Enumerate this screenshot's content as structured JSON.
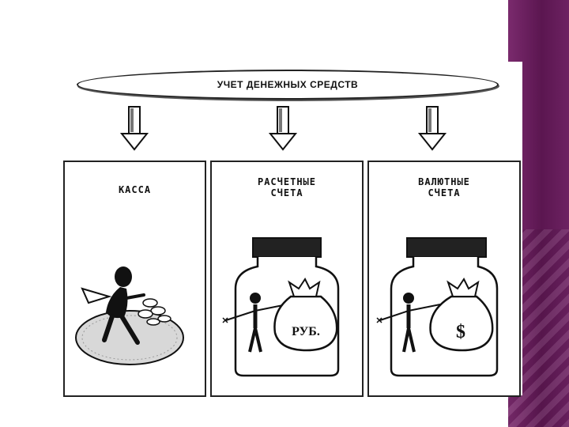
{
  "diagram": {
    "title": "УЧЕТ ДЕНЕЖНЫХ СРЕДСТВ",
    "panels": [
      {
        "label_line1": "КАССА",
        "label_line2": ""
      },
      {
        "label_line1": "РАСЧЕТНЫЕ",
        "label_line2": "СЧЕТА",
        "bag_text": "РУБ."
      },
      {
        "label_line1": "ВАЛЮТНЫЕ",
        "label_line2": "СЧЕТА",
        "bag_text": "$"
      }
    ]
  },
  "colors": {
    "accent_band": "#5b1650",
    "ink": "#111111"
  },
  "icons": [
    "down-arrow-icon",
    "coin-pile-icon",
    "jar-icon",
    "money-bag-icon",
    "person-figure-icon"
  ]
}
